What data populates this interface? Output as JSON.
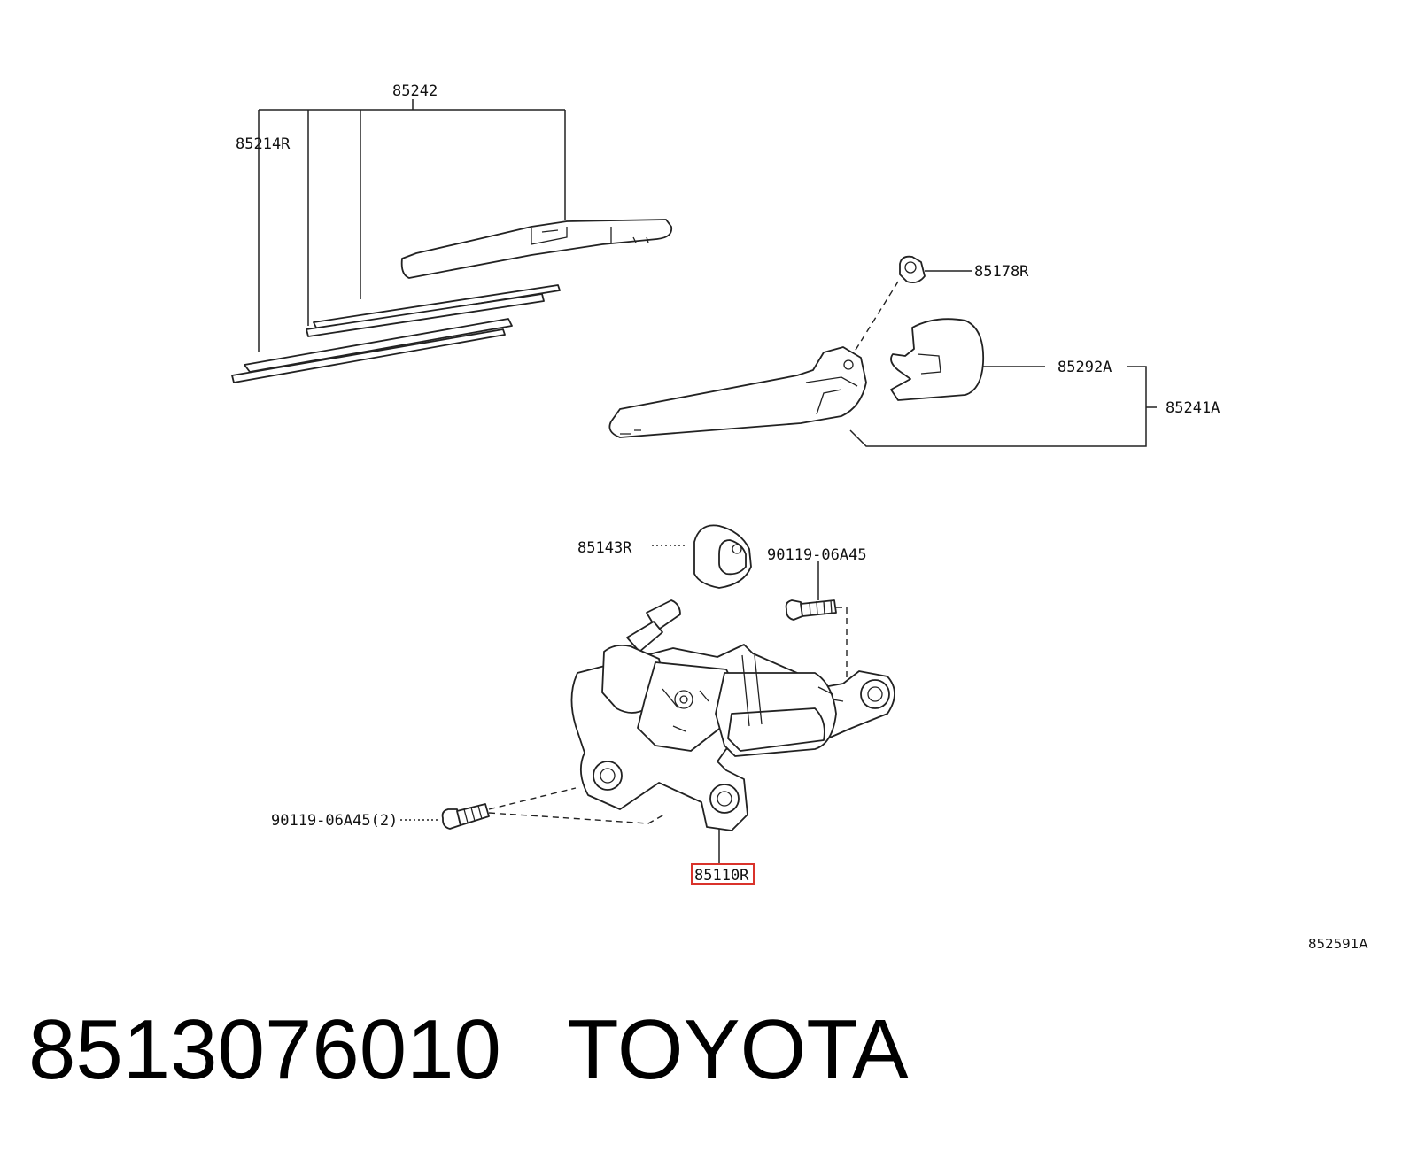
{
  "diagram": {
    "callouts": {
      "blade_assembly": "85242",
      "blade_rubber": "85214R",
      "arm_nut": "85178R",
      "arm_cap": "85292A",
      "arm_assembly": "85241A",
      "pivot_cap": "85143R",
      "bolt_upper": "90119-06A45",
      "bolt_lower": "90119-06A45(2)",
      "motor_assembly": "85110R"
    },
    "highlighted_callout": "85110R",
    "highlight_color": "#d9332b",
    "illustration_code": "852591A"
  },
  "footer": {
    "part_number": "8513076010",
    "brand": "TOYOTA"
  }
}
